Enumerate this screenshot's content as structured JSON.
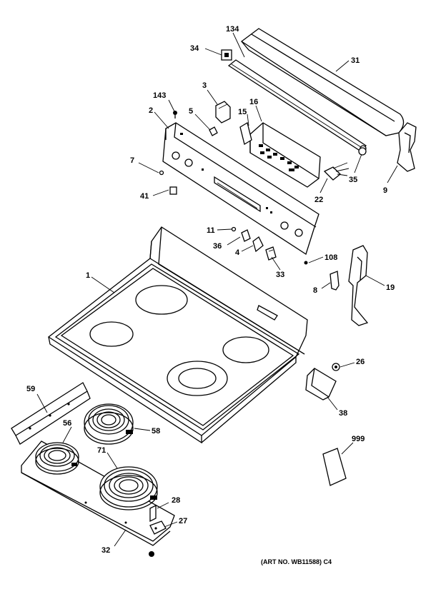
{
  "parts": [
    {
      "id": "p134",
      "label": "134"
    },
    {
      "id": "p31",
      "label": "31"
    },
    {
      "id": "p34",
      "label": "34"
    },
    {
      "id": "p3",
      "label": "3"
    },
    {
      "id": "p143",
      "label": "143"
    },
    {
      "id": "p16",
      "label": "16"
    },
    {
      "id": "p2",
      "label": "2"
    },
    {
      "id": "p5",
      "label": "5"
    },
    {
      "id": "p15",
      "label": "15"
    },
    {
      "id": "p7",
      "label": "7"
    },
    {
      "id": "p35",
      "label": "35"
    },
    {
      "id": "p9",
      "label": "9"
    },
    {
      "id": "p22",
      "label": "22"
    },
    {
      "id": "p41",
      "label": "41"
    },
    {
      "id": "p11",
      "label": "11"
    },
    {
      "id": "p36",
      "label": "36"
    },
    {
      "id": "p4",
      "label": "4"
    },
    {
      "id": "p108",
      "label": "108"
    },
    {
      "id": "p33",
      "label": "33"
    },
    {
      "id": "p1",
      "label": "1"
    },
    {
      "id": "p8",
      "label": "8"
    },
    {
      "id": "p19",
      "label": "19"
    },
    {
      "id": "p26",
      "label": "26"
    },
    {
      "id": "p38",
      "label": "38"
    },
    {
      "id": "p59",
      "label": "59"
    },
    {
      "id": "p56",
      "label": "56"
    },
    {
      "id": "p58",
      "label": "58"
    },
    {
      "id": "p71",
      "label": "71"
    },
    {
      "id": "p999",
      "label": "999"
    },
    {
      "id": "p28",
      "label": "28"
    },
    {
      "id": "p27",
      "label": "27"
    },
    {
      "id": "p32",
      "label": "32"
    }
  ],
  "art_number": "(ART NO. WB11588) C4"
}
